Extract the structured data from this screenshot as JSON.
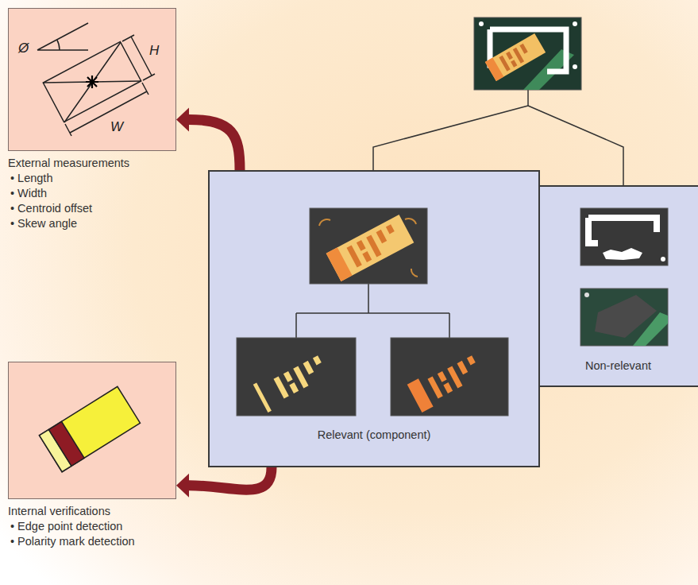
{
  "diagram": {
    "nodes": [
      {
        "text": [
          "External measurements",
          "• Length",
          "• Width",
          "• Centroid offset",
          "• Skew angle"
        ]
      },
      {
        "text": [
          "Relevant (component)"
        ]
      },
      {
        "text": [
          "Non-relevant"
        ]
      },
      {
        "text": [
          "Internal verifications",
          "• Edge point detection",
          "• Polarity mark detection"
        ]
      }
    ],
    "edges": [
      {
        "from": 1,
        "to": 0,
        "arrow": "to"
      },
      {
        "from": 1,
        "to": 3,
        "arrow": "to"
      }
    ],
    "labels": [
      "Ø",
      "H",
      "W"
    ]
  }
}
